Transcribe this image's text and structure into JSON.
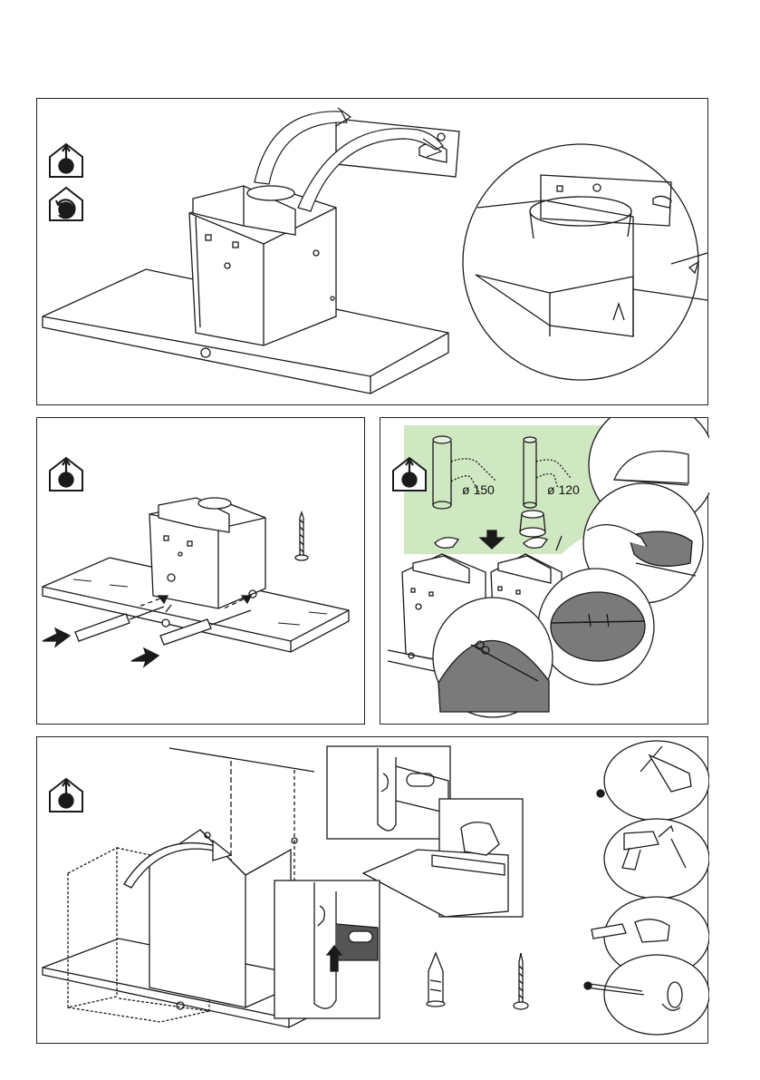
{
  "page": {
    "background": "#ffffff"
  },
  "colors": {
    "stroke": "#1a1a1a",
    "highlight_green": "#cfe8c2",
    "filter_gray": "#7a7a7a",
    "dark_gray": "#555555"
  },
  "panels": [
    {
      "id": "step-1",
      "mode_icons": [
        "ducted-mode-icon",
        "recirculation-mode-icon"
      ]
    },
    {
      "id": "step-2",
      "mode_icons": [
        "ducted-mode-icon"
      ]
    },
    {
      "id": "step-3",
      "mode_icons": [
        "ducted-mode-icon"
      ],
      "duct_labels": {
        "large": "ø 150",
        "small": "ø 120"
      }
    },
    {
      "id": "step-4",
      "mode_icons": [
        "ducted-mode-icon"
      ]
    }
  ]
}
